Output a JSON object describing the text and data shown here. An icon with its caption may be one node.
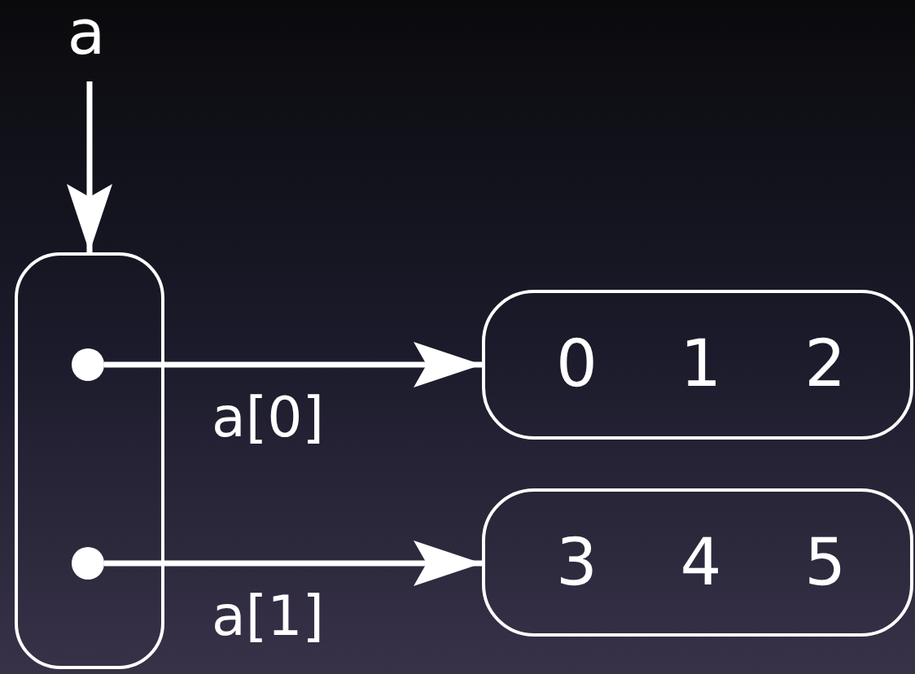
{
  "diagram": {
    "nodes": [
      {
        "text": [
          "a"
        ]
      },
      {
        "text": [],
        "shape": "box"
      },
      {
        "text": [],
        "shape": "circle",
        "in": 1
      },
      {
        "text": [],
        "shape": "circle",
        "in": 1
      },
      {
        "text": [
          "0",
          "1",
          "2"
        ]
      },
      {
        "text": [
          "3",
          "4",
          "5"
        ]
      }
    ],
    "edges": [
      {
        "from": 0,
        "to": 1,
        "arrow": "to"
      },
      {
        "from": 2,
        "to": 4,
        "label": "a[0]",
        "arrow": "to"
      },
      {
        "from": 3,
        "to": 5,
        "label": "a[1]",
        "arrow": "to"
      }
    ]
  }
}
